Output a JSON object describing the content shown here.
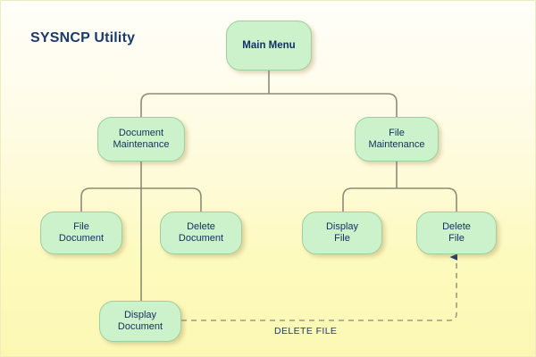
{
  "diagram": {
    "title": "SYSNCP Utility",
    "type": "tree-hierarchy",
    "background_top_color": "#fffef8",
    "background_bottom_color": "#fcf8b4",
    "node_fill_color": "#ccf2cc",
    "node_border_color": "#9fcf9f",
    "node_text_color": "#10305e",
    "connector_color": "#8c8c78",
    "arrow_color": "#1b3a6b",
    "nodes": [
      {
        "id": "main-menu",
        "label": "Main Menu",
        "level": 0,
        "bold": true
      },
      {
        "id": "document-maintenance",
        "label": "Document\nMaintenance",
        "level": 1,
        "bold": false
      },
      {
        "id": "file-maintenance",
        "label": "File\nMaintenance",
        "level": 1,
        "bold": false
      },
      {
        "id": "file-document",
        "label": "File\nDocument",
        "level": 2,
        "bold": false
      },
      {
        "id": "delete-document",
        "label": "Delete\nDocument",
        "level": 2,
        "bold": false
      },
      {
        "id": "display-file",
        "label": "Display\nFile",
        "level": 2,
        "bold": false
      },
      {
        "id": "delete-file",
        "label": "Delete\nFile",
        "level": 2,
        "bold": false
      },
      {
        "id": "display-document",
        "label": "Display\nDocument",
        "level": 3,
        "bold": false
      }
    ],
    "edges": [
      {
        "from": "main-menu",
        "to": "document-maintenance",
        "style": "solid"
      },
      {
        "from": "main-menu",
        "to": "file-maintenance",
        "style": "solid"
      },
      {
        "from": "document-maintenance",
        "to": "file-document",
        "style": "solid"
      },
      {
        "from": "document-maintenance",
        "to": "delete-document",
        "style": "solid"
      },
      {
        "from": "document-maintenance",
        "to": "display-document",
        "style": "solid"
      },
      {
        "from": "file-maintenance",
        "to": "display-file",
        "style": "solid"
      },
      {
        "from": "file-maintenance",
        "to": "delete-file",
        "style": "solid"
      },
      {
        "from": "display-document",
        "to": "delete-file",
        "style": "dashed",
        "label": "DELETE FILE",
        "arrowhead": true
      }
    ],
    "edge_labels": {
      "delete_file": "DELETE FILE"
    }
  }
}
